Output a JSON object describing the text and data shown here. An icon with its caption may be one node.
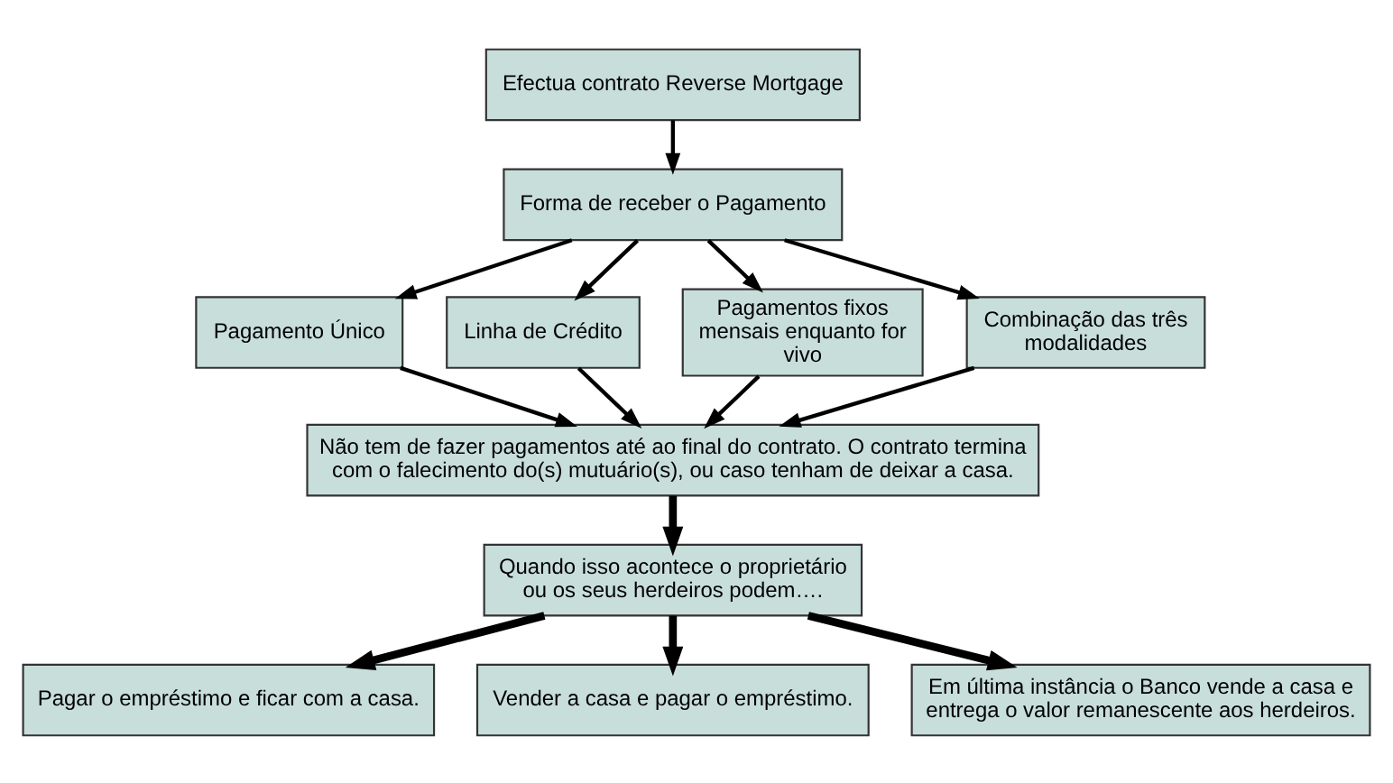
{
  "diagram": {
    "nodes": [
      {
        "text": [
          "Efectua contrato Reverse Mortgage"
        ]
      },
      {
        "text": [
          "Forma de receber o Pagamento"
        ]
      },
      {
        "text": [
          "Pagamento Único"
        ]
      },
      {
        "text": [
          "Linha de Crédito"
        ]
      },
      {
        "text": [
          "Pagamentos fixos mensais enquanto for vivo"
        ]
      },
      {
        "text": [
          "Combinação das três modalidades"
        ]
      },
      {
        "text": [
          "Não tem de fazer pagamentos até ao final do contrato. O contrato termina com o falecimento do(s) mutuário(s), ou caso tenham de deixar a casa."
        ]
      },
      {
        "text": [
          "Quando isso acontece o proprietário ou os seus herdeiros podem…."
        ]
      },
      {
        "text": [
          "Pagar o empréstimo e ficar com a casa."
        ]
      },
      {
        "text": [
          "Vender a casa e pagar o empréstimo."
        ]
      },
      {
        "text": [
          "Em última instância o Banco vende a casa e entrega o valor remanescente aos herdeiros."
        ]
      }
    ],
    "edges": [
      {
        "from": 0,
        "to": 1,
        "arrow": "to"
      },
      {
        "from": 1,
        "to": 2,
        "arrow": "to"
      },
      {
        "from": 1,
        "to": 3,
        "arrow": "to"
      },
      {
        "from": 1,
        "to": 4,
        "arrow": "to"
      },
      {
        "from": 1,
        "to": 5,
        "arrow": "to"
      },
      {
        "from": 2,
        "to": 6,
        "arrow": "to"
      },
      {
        "from": 3,
        "to": 6,
        "arrow": "to"
      },
      {
        "from": 4,
        "to": 6,
        "arrow": "to"
      },
      {
        "from": 5,
        "to": 6,
        "arrow": "to"
      },
      {
        "from": 6,
        "to": 7,
        "arrow": "to",
        "style": "thick"
      },
      {
        "from": 7,
        "to": 8,
        "arrow": "to",
        "style": "thick"
      },
      {
        "from": 7,
        "to": 9,
        "arrow": "to",
        "style": "thick"
      },
      {
        "from": 7,
        "to": 10,
        "arrow": "to",
        "style": "thick"
      }
    ]
  }
}
